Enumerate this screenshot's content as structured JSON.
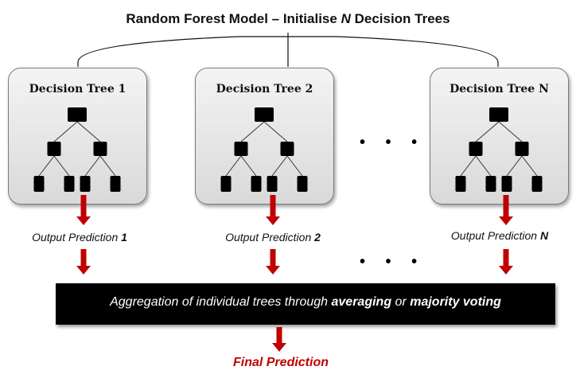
{
  "title": {
    "prefix": "Random Forest Model – Initialise ",
    "italic": "N",
    "suffix": " Decision Trees"
  },
  "trees": [
    {
      "label": "Decision Tree 1"
    },
    {
      "label": "Decision Tree 2"
    },
    {
      "label": "Decision Tree N"
    }
  ],
  "predictions": [
    {
      "text": "Output Prediction ",
      "index": "1"
    },
    {
      "text": "Output Prediction ",
      "index": "2"
    },
    {
      "text": "Output Prediction ",
      "index": "N"
    }
  ],
  "ellipsis": "• • •",
  "aggregation": {
    "part1": "Aggregation of individual trees through ",
    "bold1": "averaging",
    "part2": " or ",
    "bold2": "majority voting"
  },
  "final": "Final Prediction",
  "colors": {
    "arrow": "#c00000",
    "node": "#000000",
    "card_border": "#7a7a7a"
  }
}
